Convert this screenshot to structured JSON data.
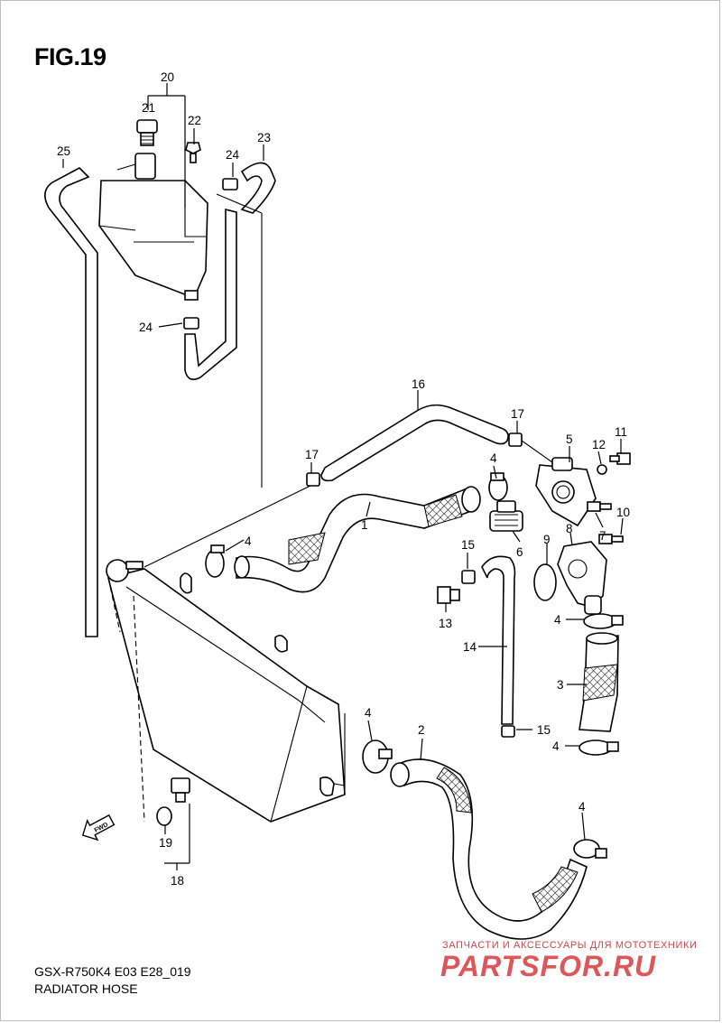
{
  "figure": {
    "title": "FIG.19",
    "model_code": "GSX-R750K4 E03 E28_019",
    "caption": "RADIATOR HOSE",
    "fwd_arrow_label": "FWD"
  },
  "callouts": [
    "1",
    "2",
    "3",
    "4",
    "5",
    "6",
    "7",
    "8",
    "9",
    "10",
    "11",
    "12",
    "13",
    "14",
    "15",
    "16",
    "17",
    "18",
    "19",
    "20",
    "21",
    "22",
    "23",
    "24",
    "25"
  ],
  "watermark": {
    "tagline": "ЗАПЧАСТИ И АКСЕССУАРЫ ДЛЯ МОТОТЕХНИКИ",
    "logo": "PARTSFOR.RU",
    "color": "#d63a3d"
  }
}
